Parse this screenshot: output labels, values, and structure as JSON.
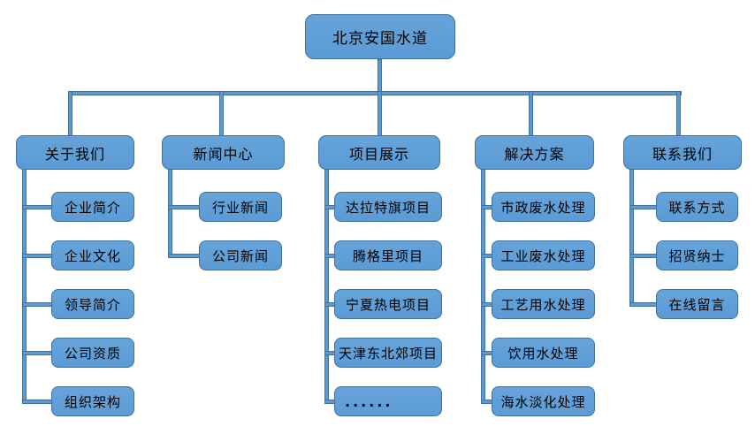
{
  "page": {
    "background": "#ffffff"
  },
  "colors": {
    "node_fill": "#5b9bd5",
    "node_fill_light": "#66a3d9",
    "node_border": "#41719c",
    "connector": "#5b9bd5",
    "text": "#000000"
  },
  "tree": {
    "root": {
      "key": "beijing-anguo-water",
      "label": "北京安国水道"
    },
    "branches": [
      {
        "key": "about-us",
        "label": "关于我们",
        "children": [
          "企业简介",
          "企业文化",
          "领导简介",
          "公司资质",
          "组织架构"
        ]
      },
      {
        "key": "news-center",
        "label": "新闻中心",
        "children": [
          "行业新闻",
          "公司新闻"
        ]
      },
      {
        "key": "projects",
        "label": "项目展示",
        "children": [
          "达拉特旗项目",
          "腾格里项目",
          "宁夏热电项目",
          "天津东北郊项目",
          "......"
        ]
      },
      {
        "key": "solutions",
        "label": "解决方案",
        "children": [
          "市政废水处理",
          "工业废水处理",
          "工艺用水处理",
          "饮用水处理",
          "海水淡化处理"
        ]
      },
      {
        "key": "contact-us",
        "label": "联系我们",
        "children": [
          "联系方式",
          "招贤纳士",
          "在线留言"
        ]
      }
    ]
  }
}
